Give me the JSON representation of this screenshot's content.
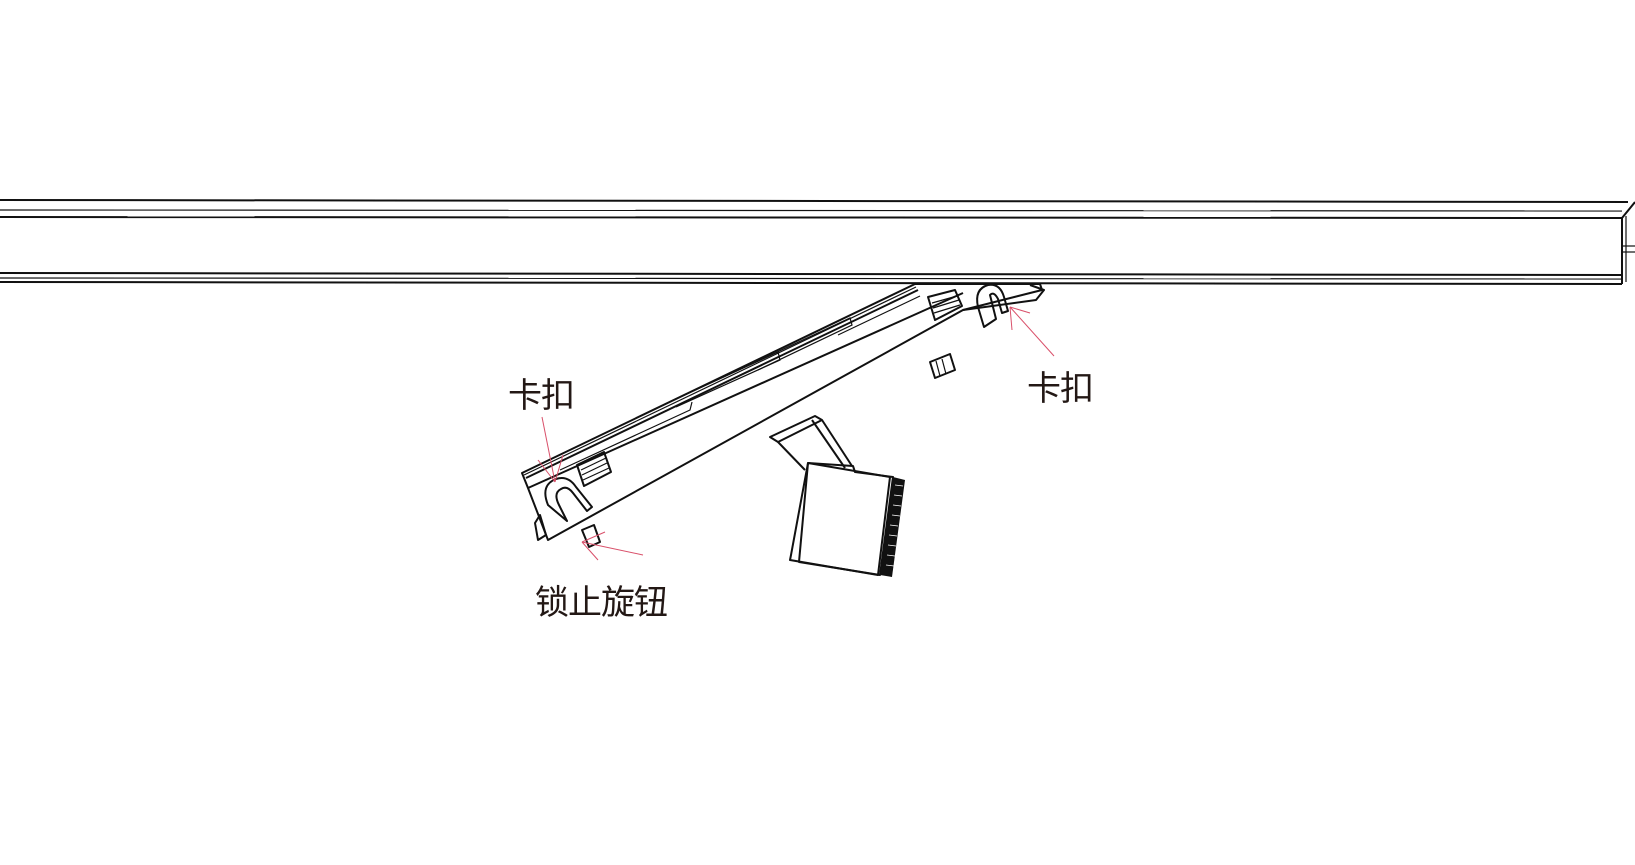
{
  "labels": {
    "clip_left": "卡扣",
    "clip_right": "卡扣",
    "lock_knob": "锁止旋钮"
  },
  "colors": {
    "line": "#111111",
    "leader": "#d9506a",
    "text": "#231815"
  }
}
